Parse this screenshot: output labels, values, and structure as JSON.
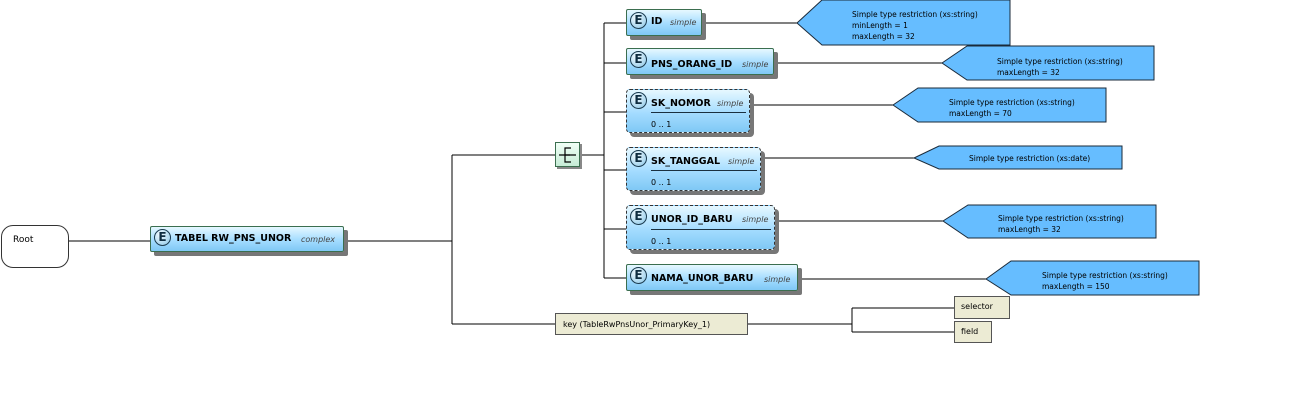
{
  "root": {
    "label": "Root"
  },
  "table": {
    "name": "TABEL RW_PNS_UNOR",
    "type": "complex"
  },
  "elements": [
    {
      "name": "ID",
      "type": "simple",
      "occurs": "",
      "restriction": [
        "Simple type restriction (xs:string)",
        "minLength = 1",
        "maxLength = 32"
      ]
    },
    {
      "name": "PNS_ORANG_ID",
      "type": "simple",
      "occurs": "",
      "restriction": [
        "Simple type restriction (xs:string)",
        "maxLength = 32"
      ]
    },
    {
      "name": "SK_NOMOR",
      "type": "simple",
      "occurs": "0 .. 1",
      "restriction": [
        "Simple type restriction (xs:string)",
        "maxLength = 70"
      ]
    },
    {
      "name": "SK_TANGGAL",
      "type": "simple",
      "occurs": "0 .. 1",
      "restriction": [
        "Simple type restriction (xs:date)"
      ]
    },
    {
      "name": "UNOR_ID_BARU",
      "type": "simple",
      "occurs": "0 .. 1",
      "restriction": [
        "Simple type restriction (xs:string)",
        "maxLength = 32"
      ]
    },
    {
      "name": "NAMA_UNOR_BARU",
      "type": "simple",
      "occurs": "",
      "restriction": [
        "Simple type restriction (xs:string)",
        "maxLength = 150"
      ]
    }
  ],
  "key": {
    "label": "key (TableRwPnsUnor_PrimaryKey_1)",
    "selector": "selector",
    "field": "field"
  },
  "colors": {
    "node_fill": "#a4dcff",
    "restriction_fill": "#66bdff",
    "key_fill": "#ecebd4"
  },
  "icons": {
    "element": "element-icon",
    "sequence": "sequence-icon"
  }
}
